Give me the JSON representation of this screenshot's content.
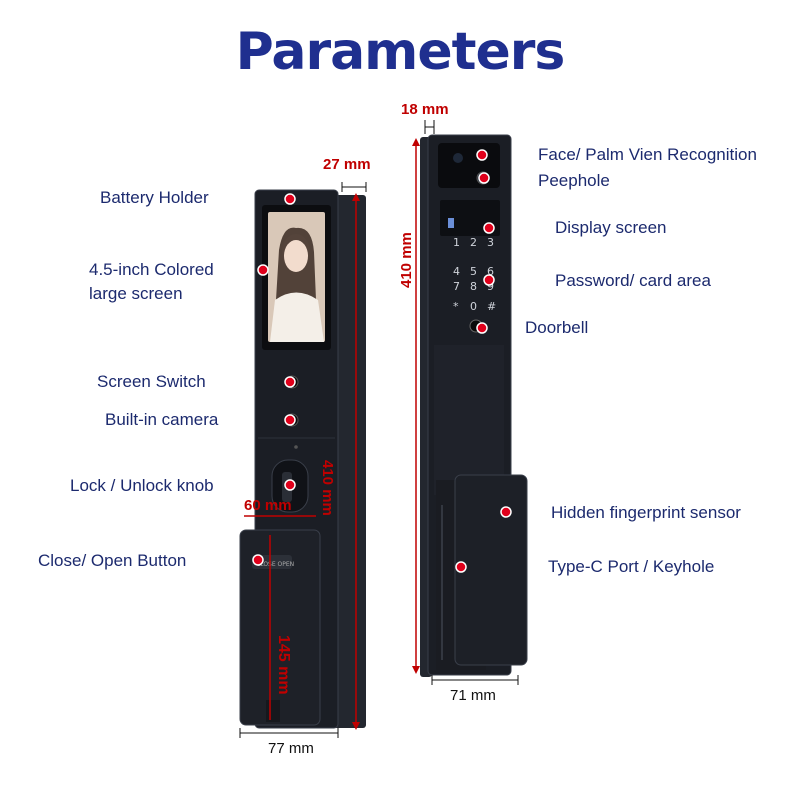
{
  "title": "Parameters",
  "left_lock": {
    "labels": {
      "battery_holder": "Battery Holder",
      "screen_line1": "4.5-inch Colored",
      "screen_line2": "large screen",
      "screen_switch": "Screen Switch",
      "builtin_camera": "Built-in camera",
      "lock_knob": "Lock / Unlock knob",
      "close_open": "Close/ Open Button"
    },
    "dimensions": {
      "thickness": "27 mm",
      "height": "410 mm",
      "handle_width": "60 mm",
      "handle_height": "145 mm",
      "base_width": "77 mm"
    },
    "handle_text": "CLOSE  OPEN"
  },
  "right_lock": {
    "labels": {
      "face_palm": "Face/ Palm Vien Recognition",
      "peephole": "Peephole",
      "display": "Display screen",
      "password": "Password/ card area",
      "doorbell": "Doorbell",
      "fingerprint": "Hidden fingerprint sensor",
      "typec": "Type-C Port / Keyhole"
    },
    "dimensions": {
      "top_thickness": "18 mm",
      "height": "410 mm",
      "base_width": "71 mm"
    },
    "keypad": [
      "1",
      "2",
      "3",
      "4",
      "5",
      "6",
      "7",
      "8",
      "9",
      "*",
      "0",
      "#"
    ]
  },
  "colors": {
    "title": "#1f2f8f",
    "label": "#1c2a6e",
    "marker": "#e0001b",
    "lock_body": "#1b1e25"
  }
}
